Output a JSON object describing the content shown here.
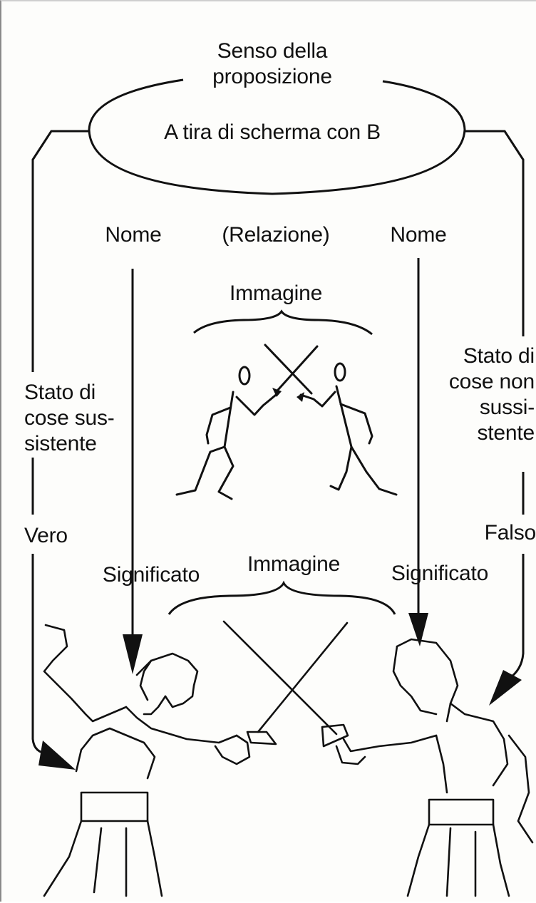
{
  "ellipse": {
    "caption_lines": [
      "Senso della",
      "proposizione"
    ],
    "text": "A tira di scherma con B"
  },
  "middle_row": {
    "left_name": "Nome",
    "relation": "(Relazione)",
    "right_name": "Nome"
  },
  "image_label_top": "Immagine",
  "image_label_bottom": "Immagine",
  "left_branch": {
    "state_lines": [
      "Stato di",
      "cose sus-",
      "sistente"
    ],
    "truth": "Vero"
  },
  "right_branch": {
    "state_lines": [
      "Stato di",
      "cose non",
      "sussi-",
      "stente"
    ],
    "truth": "Falso"
  },
  "meaning_left": "Significato",
  "meaning_right": "Significato",
  "colors": {
    "ink": "#111111",
    "paper": "#fdfdfb"
  }
}
